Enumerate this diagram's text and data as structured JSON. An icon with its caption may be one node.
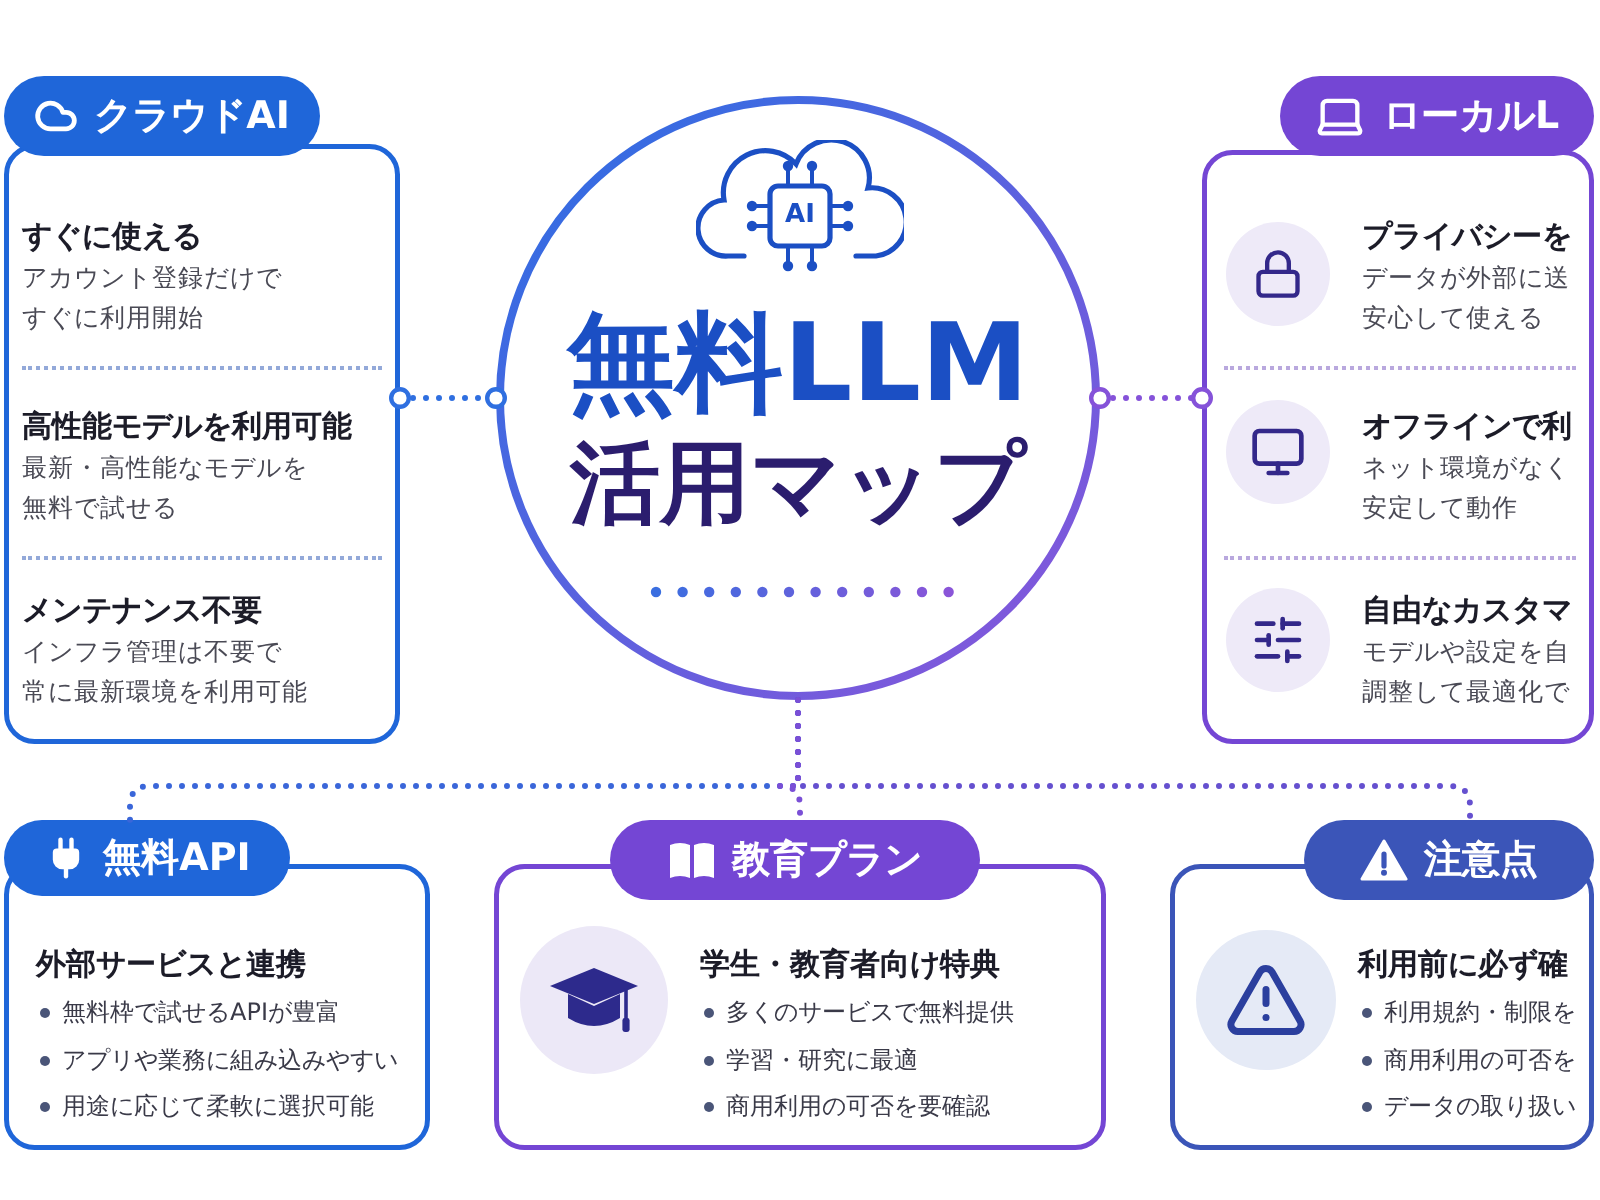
{
  "diagram": {
    "nodes": [
      {
        "text": [
          "AI",
          "無料LLM",
          "活用マップ"
        ]
      },
      {
        "text": [
          "クラウドAI",
          "すぐに使える",
          "アカウント登録だけですぐに利用開始",
          "高性能モデルを利用可能",
          "最新・高性能なモデルを無料で試せる",
          "メンテナンス不要",
          "インフラ管理は不要で常に最新環境を利用可能"
        ]
      },
      {
        "text": [
          "ローカルL",
          "プライバシーを",
          "データが外部に送安心して使える",
          "オフラインで利",
          "ネット環境がなく安定して動作",
          "自由なカスタマ",
          "モデルや設定を自調整して最適化で"
        ]
      },
      {
        "text": [
          "無料API",
          "外部サービスと連携",
          "無料枠で試せるAPIが豊富",
          "アプリや業務に組み込みやすい",
          "用途に応じて柔軟に選択可能"
        ]
      },
      {
        "text": [
          "教育プラン",
          "学生・教育者向け特典",
          "多くのサービスで無料提供",
          "学習・研究に最適",
          "商用利用の可否を要確認"
        ]
      },
      {
        "text": [
          "注意点",
          "利用前に必ず確",
          "利用規約・制限を",
          "商用利用の可否を",
          "データの取り扱い"
        ]
      }
    ],
    "edges": [
      {
        "from": 1,
        "to": 0,
        "arrow": "other",
        "style": "dashed",
        "color": "#2f6fe0"
      },
      {
        "from": 0,
        "to": 2,
        "arrow": "other",
        "style": "dashed",
        "color": "#8552d9"
      },
      {
        "from": 0,
        "to": 3,
        "arrow": "none",
        "style": "dashed",
        "color": "#3a66d9"
      },
      {
        "from": 0,
        "to": 4,
        "arrow": "none",
        "style": "dashed",
        "color": "#7a4fd6"
      },
      {
        "from": 0,
        "to": 5,
        "arrow": "none",
        "style": "dashed",
        "color": "#6550cf"
      }
    ]
  }
}
